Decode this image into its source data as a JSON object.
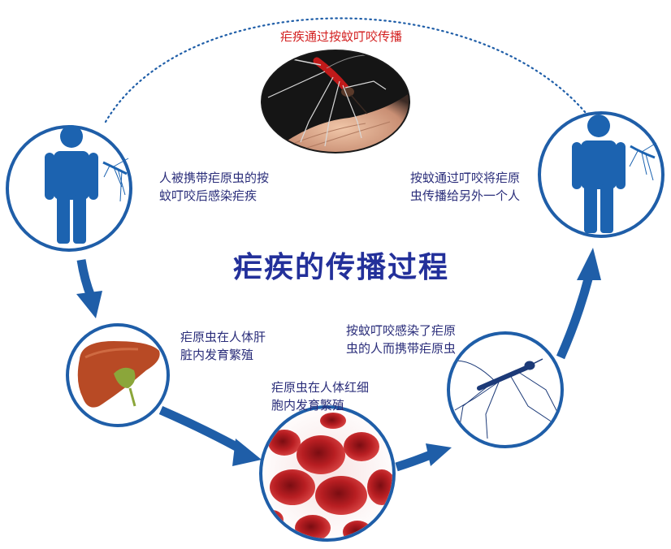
{
  "diagram": {
    "title": "疟疾的传播过程",
    "top_caption": "疟疾通过按蚊叮咬传播",
    "steps": [
      {
        "lines": [
          "人被携带疟原虫的按",
          "蚊叮咬后感染疟疾"
        ]
      },
      {
        "lines": [
          "按蚊通过叮咬将疟原",
          "虫传播给另外一个人"
        ]
      },
      {
        "lines": [
          "疟原虫在人体肝",
          "脏内发育繁殖"
        ]
      },
      {
        "lines": [
          "疟原虫在人体红细",
          "胞内发育繁殖"
        ]
      },
      {
        "lines": [
          "按蚊叮咬感染了疟原",
          "虫的人而携带疟原虫"
        ]
      }
    ]
  },
  "colors": {
    "accent": "#1f5ea8",
    "person": "#1c63b0",
    "title": "#23309a",
    "caption": "#d32020",
    "liver": "#b84a25",
    "blood": "#b81e22"
  },
  "icons": [
    "person-icon",
    "mosquito-icon",
    "liver-icon",
    "red-blood-cells-icon",
    "mosquito-photo"
  ]
}
